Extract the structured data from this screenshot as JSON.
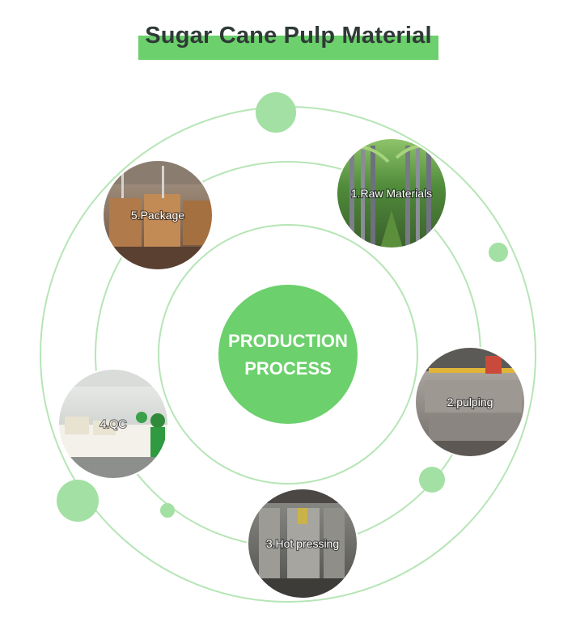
{
  "title": "Sugar Cane Pulp Material",
  "center": {
    "line1": "PRODUCTION",
    "line2": "PROCESS"
  },
  "stages": [
    {
      "label": "1.Raw Materials",
      "icon": "sugarcane-field-photo"
    },
    {
      "label": "2.pulping",
      "icon": "pulping-factory-photo"
    },
    {
      "label": "3.Hot pressing",
      "icon": "hot-press-machine-photo"
    },
    {
      "label": "4.QC",
      "icon": "quality-control-photo"
    },
    {
      "label": "5.Package",
      "icon": "warehouse-package-photo"
    }
  ],
  "colors": {
    "accent": "#6cd06c",
    "ring": "#b6e5b6",
    "dot": "#9fdf9f",
    "title_text": "#2f3a37"
  }
}
